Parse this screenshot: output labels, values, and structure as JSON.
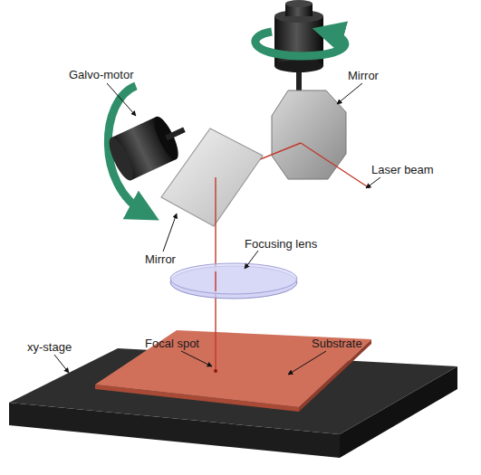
{
  "diagram": {
    "labels": [
      "Galvo-motor",
      "Mirror",
      "Laser beam",
      "Mirror",
      "Focusing lens",
      "Focal spot",
      "Substrate",
      "xy-stage"
    ]
  }
}
